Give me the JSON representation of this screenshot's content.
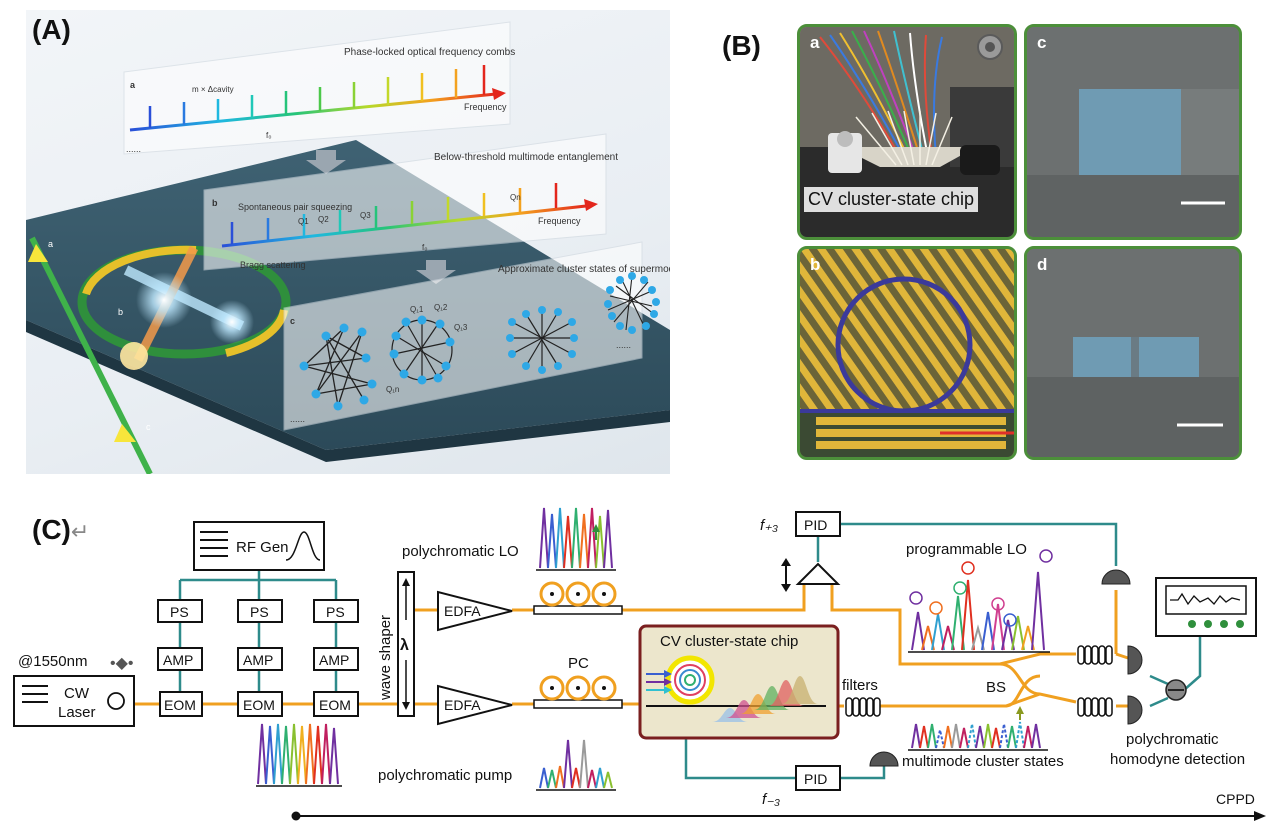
{
  "panel_a": {
    "label": "(A)",
    "layer1": {
      "tag": "a",
      "title": "Phase-locked optical frequency combs",
      "annotation": "m × Δcavity",
      "axis_label": "Frequency",
      "origin": "f₀"
    },
    "layer2": {
      "tag": "b",
      "title": "Below-threshold multimode entanglement",
      "squeezing": "Spontaneous pair squeezing",
      "modes": [
        "Q1",
        "Q2",
        "Q3",
        "Qn"
      ],
      "scattering": "Bragg scattering",
      "axis_label": "Frequency",
      "origin": "f₀"
    },
    "layer3": {
      "tag": "c",
      "title": "Approximate cluster states of supermodes",
      "node_labels": [
        "Q₁1",
        "Q₁2",
        "Q₁3",
        "Q₁n"
      ]
    },
    "waveguide_tags": [
      "a",
      "b",
      "c"
    ],
    "dots": "......"
  },
  "panel_b": {
    "label": "(B)",
    "photos": [
      {
        "tag": "a",
        "caption": "CV cluster-state chip"
      },
      {
        "tag": "c",
        "caption": ""
      },
      {
        "tag": "b",
        "caption": ""
      },
      {
        "tag": "d",
        "caption": ""
      }
    ]
  },
  "panel_c": {
    "label": "(C)",
    "return_mark": "↵",
    "laser": {
      "wavelength": "@1550nm",
      "line1": "CW",
      "line2": "Laser"
    },
    "rf_gen": "RF Gen",
    "ps": [
      "PS",
      "PS",
      "PS"
    ],
    "amp": [
      "AMP",
      "AMP",
      "AMP"
    ],
    "eom": [
      "EOM",
      "EOM",
      "EOM"
    ],
    "wave_shaper": "wave shaper",
    "lambda": "λ",
    "edfa": [
      "EDFA",
      "EDFA"
    ],
    "poly_lo": "polychromatic LO",
    "poly_pump": "polychromatic pump",
    "pc": "PC",
    "chip": "CV cluster-state chip",
    "filters": "filters",
    "bs": "BS",
    "pid_top": "PID",
    "pid_bottom": "PID",
    "f_top": "f₊₃",
    "f_bottom": "f₋₃",
    "prog_lo": "programmable LO",
    "multimode": "multimode cluster states",
    "detection_line1": "polychromatic",
    "detection_line2": "homodyne detection",
    "cppd": "CPPD"
  },
  "colors": {
    "fiber": "#f0a020",
    "electric": "#2e8b8b",
    "photo_border": "#4c8f3a",
    "chip_fill": "#ece6cc",
    "chip_border": "#7a1f1f",
    "ring": "#f2e600"
  }
}
